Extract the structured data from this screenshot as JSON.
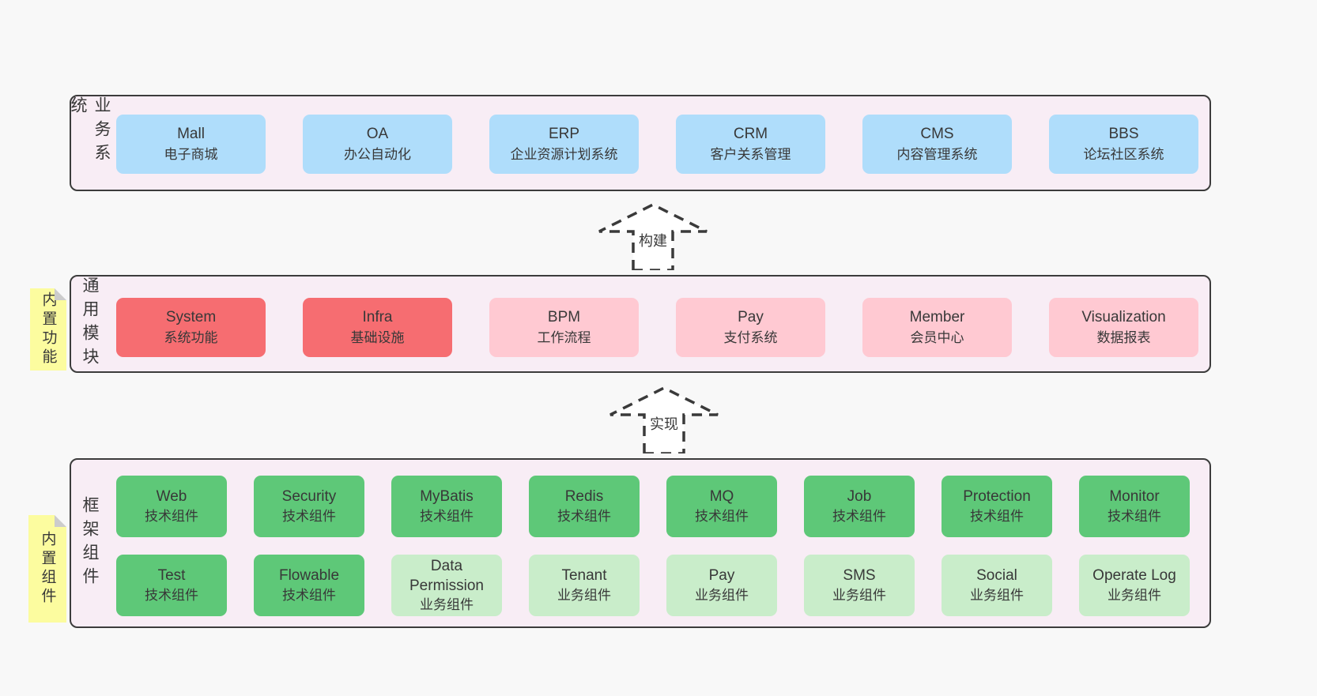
{
  "colors": {
    "page_bg": "#f8f8f8",
    "panel_bg": "#f8edf5",
    "panel_border": "#3c3c3c",
    "blue": "#afddfb",
    "red": "#f66d71",
    "pink": "#ffc9d2",
    "green": "#5ec878",
    "light_green": "#c9edca",
    "sticky_yellow": "#fcfc9f",
    "sticky_fold": "#cccccc",
    "text": "#383838"
  },
  "arrows": {
    "build": "构建",
    "implement": "实现"
  },
  "sections": {
    "business": {
      "label": "业务系统",
      "items": [
        {
          "name": "Mall",
          "desc": "电子商城",
          "variant": "blue"
        },
        {
          "name": "OA",
          "desc": "办公自动化",
          "variant": "blue"
        },
        {
          "name": "ERP",
          "desc": "企业资源计划系统",
          "variant": "blue"
        },
        {
          "name": "CRM",
          "desc": "客户关系管理",
          "variant": "blue"
        },
        {
          "name": "CMS",
          "desc": "内容管理系统",
          "variant": "blue"
        },
        {
          "name": "BBS",
          "desc": "论坛社区系统",
          "variant": "blue"
        }
      ]
    },
    "modules": {
      "label": "通用模块",
      "sticky": "内置功能",
      "items": [
        {
          "name": "System",
          "desc": "系统功能",
          "variant": "red"
        },
        {
          "name": "Infra",
          "desc": "基础设施",
          "variant": "red"
        },
        {
          "name": "BPM",
          "desc": "工作流程",
          "variant": "pink"
        },
        {
          "name": "Pay",
          "desc": "支付系统",
          "variant": "pink"
        },
        {
          "name": "Member",
          "desc": "会员中心",
          "variant": "pink"
        },
        {
          "name": "Visualization",
          "desc": "数据报表",
          "variant": "pink"
        }
      ]
    },
    "components": {
      "label": "框架组件",
      "sticky": "内置组件",
      "row1": [
        {
          "name": "Web",
          "desc": "技术组件",
          "variant": "green"
        },
        {
          "name": "Security",
          "desc": "技术组件",
          "variant": "green"
        },
        {
          "name": "MyBatis",
          "desc": "技术组件",
          "variant": "green"
        },
        {
          "name": "Redis",
          "desc": "技术组件",
          "variant": "green"
        },
        {
          "name": "MQ",
          "desc": "技术组件",
          "variant": "green"
        },
        {
          "name": "Job",
          "desc": "技术组件",
          "variant": "green"
        },
        {
          "name": "Protection",
          "desc": "技术组件",
          "variant": "green"
        },
        {
          "name": "Monitor",
          "desc": "技术组件",
          "variant": "green"
        }
      ],
      "row2": [
        {
          "name": "Test",
          "desc": "技术组件",
          "variant": "green"
        },
        {
          "name": "Flowable",
          "desc": "技术组件",
          "variant": "green"
        },
        {
          "name": "Data Permission",
          "desc": "业务组件",
          "variant": "lightgreen"
        },
        {
          "name": "Tenant",
          "desc": "业务组件",
          "variant": "lightgreen"
        },
        {
          "name": "Pay",
          "desc": "业务组件",
          "variant": "lightgreen"
        },
        {
          "name": "SMS",
          "desc": "业务组件",
          "variant": "lightgreen"
        },
        {
          "name": "Social",
          "desc": "业务组件",
          "variant": "lightgreen"
        },
        {
          "name": "Operate Log",
          "desc": "业务组件",
          "variant": "lightgreen"
        }
      ]
    }
  }
}
